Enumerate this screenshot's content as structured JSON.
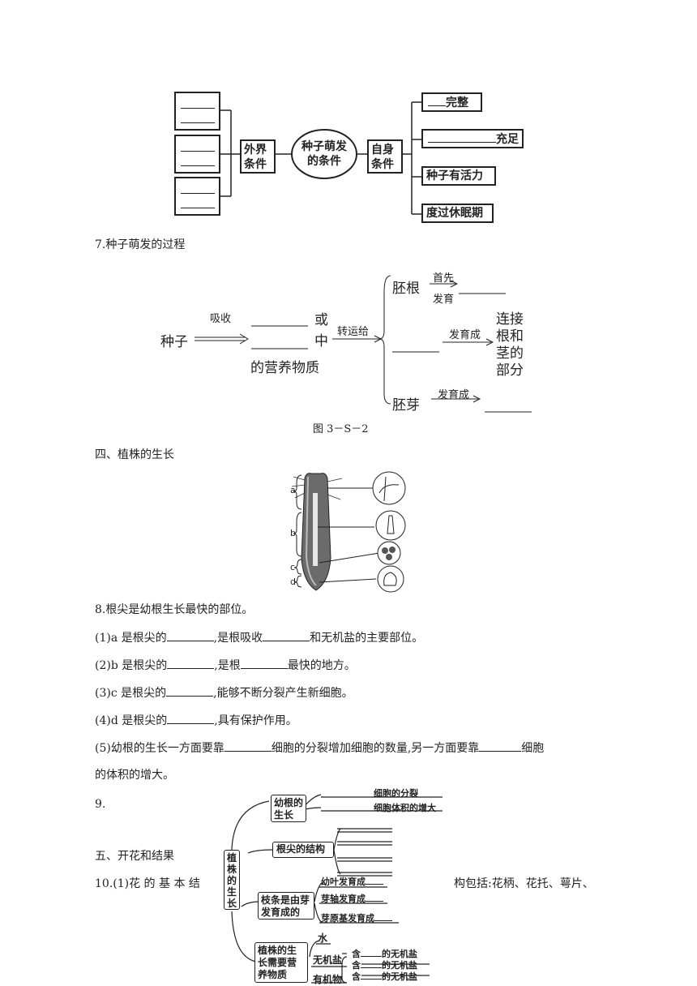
{
  "diagram_top": {
    "center": "种子萌发\n的条件",
    "left_label": "外界\n条件",
    "right_label": "自身\n条件",
    "right_items": [
      "完整",
      "充足",
      "种子有活力",
      "度过休眠期"
    ]
  },
  "q7": {
    "title": "7.种子萌发的过程",
    "seed": "种子",
    "absorb": "吸收",
    "or_char": "或",
    "middle_char": "中",
    "nutrients": "的营养物质",
    "transport": "转运给",
    "radicle": "胚根",
    "first": "首先",
    "develop": "发育",
    "develops_into": "发育成",
    "connect": "连接\n根和\n茎的\n部分",
    "plumule": "胚芽",
    "develops_into2": "发育成",
    "caption": "图 3－S－2"
  },
  "section4": {
    "title": "四、植株的生长",
    "labels": [
      "a",
      "b",
      "c",
      "d"
    ]
  },
  "q8": {
    "title": "8.根尖是幼根生长最快的部位。",
    "l1a": "(1)a 是根尖的",
    "l1b": ",是根吸收",
    "l1c": "和无机盐的主要部位。",
    "l2a": "(2)b 是根尖的",
    "l2b": ",是根",
    "l2c": "最快的地方。",
    "l3a": "(3)c 是根尖的",
    "l3b": ",能够不断分裂产生新细胞。",
    "l4a": "(4)d 是根尖的",
    "l4b": ",具有保护作用。",
    "l5a": "(5)幼根的生长一方面要靠",
    "l5b": "细胞的分裂增加细胞的数量,另一方面要靠",
    "l5c": "细胞",
    "l6": "的体积的增大。"
  },
  "q9": {
    "num": "9.",
    "root": "植\n株\n的\n生\n长",
    "branch1": "幼根的\n生长",
    "b1_item1": "细胞的分裂",
    "b1_item2": "细胞体积的增大",
    "branch2": "根尖的结构",
    "branch3": "枝条是由芽\n发育成的",
    "b3_item1": "幼叶发育成",
    "b3_item2": "芽轴发育成",
    "b3_item3": "芽原基发育成",
    "branch4": "植株的生\n长需要营\n养物质",
    "water": "水",
    "salt": "无机盐",
    "organic": "有机物",
    "salt_prefix": "含",
    "salt_suffix": "的无机盐"
  },
  "section5": {
    "title": "五、开花和结果",
    "q10_left": "10.(1)花 的 基 本 结",
    "q10_right": "构包括:花柄、花托、萼片、"
  }
}
